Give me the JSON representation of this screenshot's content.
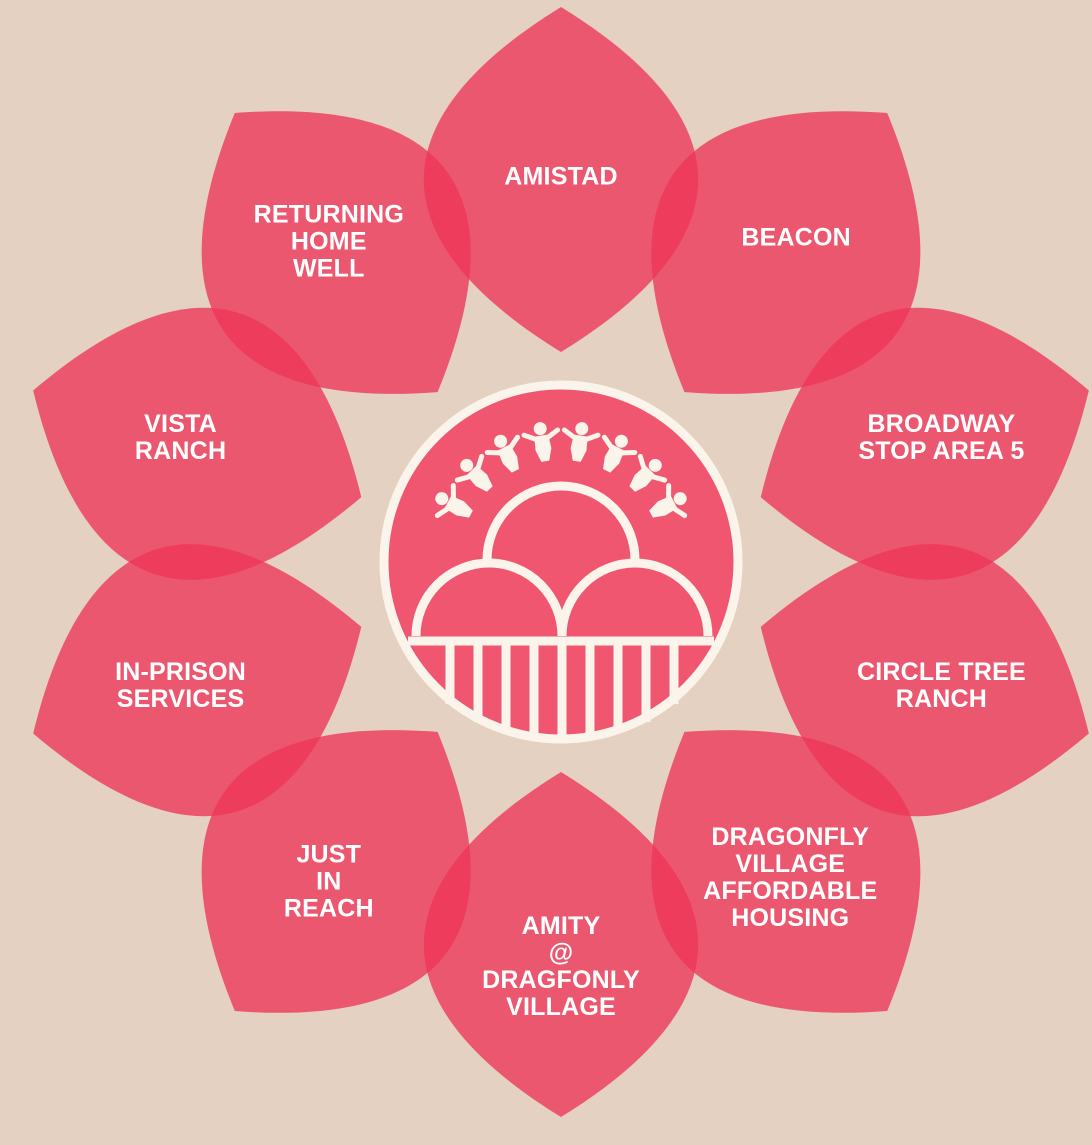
{
  "colors": {
    "background": "#e5d1c2",
    "petal": "#ee3558",
    "overlap": "#ea2a4f",
    "emblem_fill": "#f0566f",
    "emblem_stroke": "#fbf4ea",
    "label": "#ffffff"
  },
  "emblem": {
    "icon": "circle-of-people-and-domes-emblem-icon"
  },
  "petals": [
    {
      "lines": [
        "AMISTAD"
      ]
    },
    {
      "lines": [
        "BEACON"
      ]
    },
    {
      "lines": [
        "BROADWAY",
        "STOP AREA 5"
      ]
    },
    {
      "lines": [
        "CIRCLE TREE",
        "RANCH"
      ]
    },
    {
      "lines": [
        "DRAGONFLY",
        "VILLAGE",
        "AFFORDABLE",
        "HOUSING"
      ]
    },
    {
      "lines": [
        "AMITY",
        "@",
        "DRAGFONLY",
        "VILLAGE"
      ]
    },
    {
      "lines": [
        "JUST",
        "IN",
        "REACH"
      ]
    },
    {
      "lines": [
        "IN-PRISON",
        "SERVICES"
      ]
    },
    {
      "lines": [
        "VISTA",
        "RANCH"
      ]
    },
    {
      "lines": [
        "RETURNING",
        "HOME",
        "WELL"
      ]
    }
  ]
}
